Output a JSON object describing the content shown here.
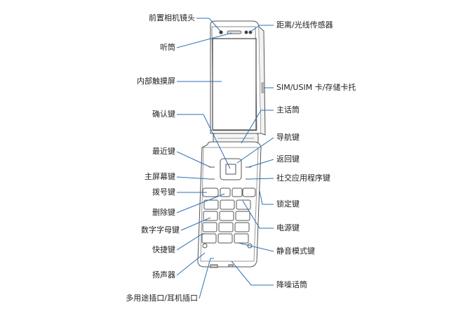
{
  "labels_left": [
    {
      "id": "front-camera",
      "text": "前置相机镜头"
    },
    {
      "id": "earpiece",
      "text": "听筒"
    },
    {
      "id": "inner-touchscreen",
      "text": "内部触摸屏"
    },
    {
      "id": "confirm-key",
      "text": "确认键"
    },
    {
      "id": "recent-key",
      "text": "最近键"
    },
    {
      "id": "home-key",
      "text": "主屏幕键"
    },
    {
      "id": "dial-key",
      "text": "拨号键"
    },
    {
      "id": "delete-key",
      "text": "删除键"
    },
    {
      "id": "alphanumeric-keys",
      "text": "数字字母键"
    },
    {
      "id": "shortcut-key",
      "text": "快捷键"
    },
    {
      "id": "speaker",
      "text": "扬声器"
    },
    {
      "id": "multipurpose-jack",
      "text": "多用途插口/耳机插口"
    }
  ],
  "labels_right": [
    {
      "id": "proximity-light-sensor",
      "text": "距离/光线传感器"
    },
    {
      "id": "sim-card-tray",
      "text": "SIM/USIM 卡/存储卡托"
    },
    {
      "id": "microphone",
      "text": "主话筒"
    },
    {
      "id": "navigation-key",
      "text": "导航键"
    },
    {
      "id": "back-key",
      "text": "返回键"
    },
    {
      "id": "social-app-key",
      "text": "社交应用程序键"
    },
    {
      "id": "lock-key",
      "text": "锁定键"
    },
    {
      "id": "power-key",
      "text": "电源键"
    },
    {
      "id": "silent-mode-key",
      "text": "静音模式键"
    },
    {
      "id": "noise-reduction-mic",
      "text": "降噪话筒"
    }
  ],
  "colors": {
    "leader": "#2f6fb5",
    "device_outline": "#555555",
    "device_fill": "#ffffff",
    "screen_fill": "#ffffff"
  }
}
